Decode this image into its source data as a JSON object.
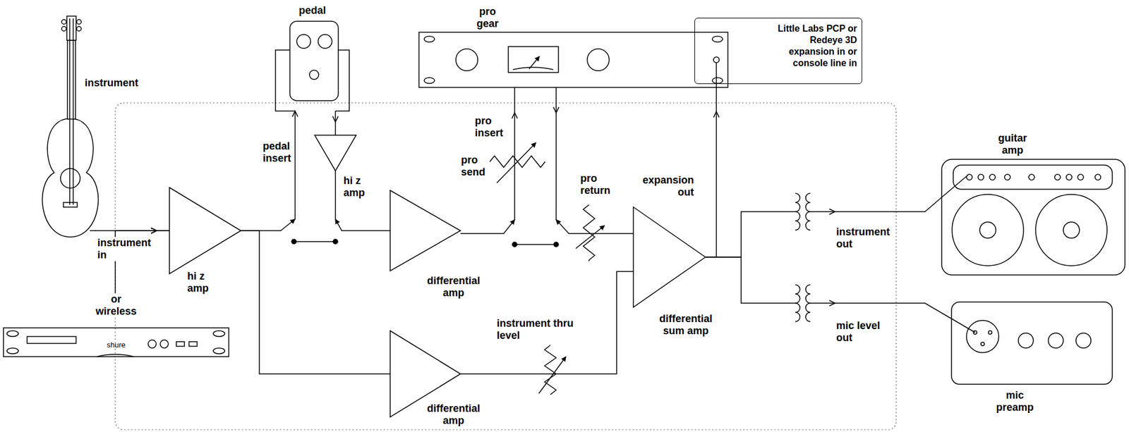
{
  "diagram": {
    "nodes": [
      {
        "text": [
          "instrument"
        ]
      },
      {
        "text": [
          "or wireless",
          "shure"
        ]
      },
      {
        "text": [
          "hi z amp"
        ]
      },
      {
        "text": [
          "pedal"
        ]
      },
      {
        "text": [
          "hi z amp"
        ]
      },
      {
        "text": [
          "pro gear"
        ]
      },
      {
        "text": [
          "differential amp"
        ]
      },
      {
        "text": [
          "differential amp"
        ]
      },
      {
        "text": [
          "differential sum amp"
        ]
      },
      {
        "text": [
          "Little Labs PCP or Redeye 3D expansion in or console line in"
        ]
      },
      {
        "text": [
          "guitar amp"
        ]
      },
      {
        "text": [
          "mic preamp"
        ]
      }
    ],
    "edges": [
      {
        "from": 0,
        "to": 2,
        "arrow": "to"
      },
      {
        "from": 1,
        "to": 2,
        "arrow": "to"
      },
      {
        "from": 2,
        "to": 3,
        "arrow": "to"
      },
      {
        "from": 3,
        "to": 4,
        "arrow": "to"
      },
      {
        "from": 4,
        "to": 6,
        "arrow": "none"
      },
      {
        "from": 6,
        "to": 5,
        "arrow": "to"
      },
      {
        "from": 5,
        "to": 8,
        "arrow": "to"
      },
      {
        "from": 2,
        "to": 7,
        "arrow": "none"
      },
      {
        "from": 7,
        "to": 8,
        "arrow": "none"
      },
      {
        "from": 8,
        "to": 9,
        "arrow": "to"
      },
      {
        "from": 8,
        "to": 10,
        "arrow": "to"
      },
      {
        "from": 8,
        "to": 11,
        "arrow": "to"
      }
    ],
    "labels": [
      "instrument in",
      "pedal insert",
      "pro insert",
      "pro send",
      "pro return",
      "expansion out",
      "instrument thru level",
      "instrument out",
      "mic level out"
    ]
  }
}
